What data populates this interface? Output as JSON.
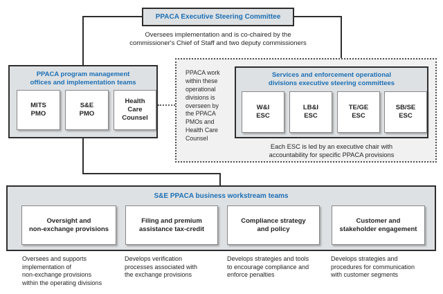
{
  "colors": {
    "accent_blue": "#1c6fb5",
    "box_fill_gray": "#dee1e3",
    "border_dark": "#2d2d2d",
    "dotted_region_fill": "#f0f1f0"
  },
  "top_committee": {
    "title": "PPACA Executive Steering Committee",
    "caption": "Oversees implementation and is co-chaired by the\ncommissioner's Chief of Staff and two deputy commissioners"
  },
  "pmo_group": {
    "title": "PPACA program management\noffices and implementation teams",
    "boxes": [
      "MITS\nPMO",
      "S&E\nPMO",
      "Health\nCare\nCounsel"
    ]
  },
  "oversight_note": "PPACA work\nwithin these\noperational\ndivisions is\noverseen by\nthe PPACA\nPMOs and\nHealth Care\nCounsel",
  "esc_group": {
    "title": "Services and enforcement operational\ndivisions executive steering committees",
    "boxes": [
      "W&I\nESC",
      "LB&I\nESC",
      "TE/GE\nESC",
      "SB/SE\nESC"
    ],
    "caption": "Each ESC is led by an executive chair with\naccountability for specific PPACA provisions"
  },
  "workstream_group": {
    "title": "S&E PPACA business workstream teams",
    "boxes": [
      "Oversight and\nnon-exchange provisions",
      "Filing and premium\nassistance tax-credit",
      "Compliance strategy\nand policy",
      "Customer and\nstakeholder engagement"
    ],
    "descriptions": [
      "Oversees and supports\nimplementation of\nnon-exchange provisions\nwithin the operating divisions",
      "Develops verification\nprocesses associated with\nthe exchange provisions",
      "Develops strategies and tools\nto encourage compliance and\nenforce penalties",
      "Develops strategies and\nprocedures for communication\nwith customer segments"
    ]
  }
}
